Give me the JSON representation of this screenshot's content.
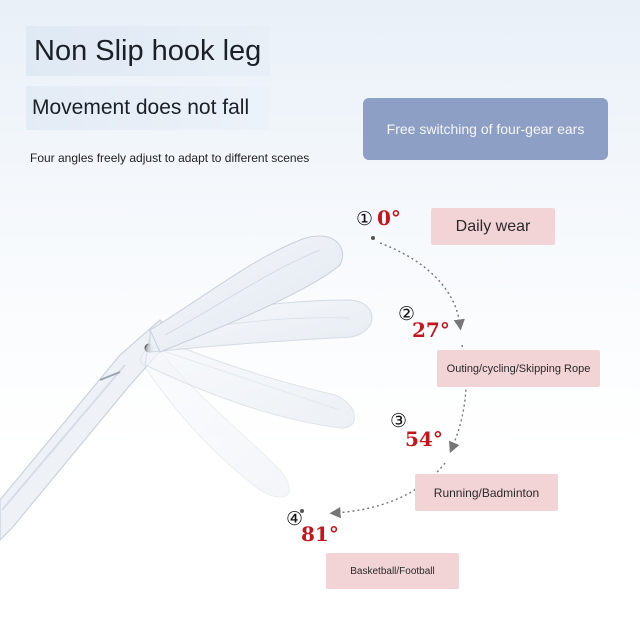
{
  "header": {
    "title": "Non Slip hook leg",
    "subtitle": "Movement does not fall",
    "description": "Four angles freely adjust to adapt to different scenes"
  },
  "feature_badge": {
    "label": "Free switching of four-gear ears"
  },
  "positions": [
    {
      "number": "①",
      "angle": "0°",
      "scene": "Daily wear"
    },
    {
      "number": "②",
      "angle": "27°",
      "scene": "Outing/cycling/Skipping Rope"
    },
    {
      "number": "③",
      "angle": "54°",
      "scene": "Running/Badminton"
    },
    {
      "number": "④",
      "angle": "81°",
      "scene": "Basketball/Football"
    }
  ],
  "colors": {
    "badge": "#8d9fc5",
    "scene_label": "#f2d3d6",
    "angle_text": "#c4161c"
  }
}
